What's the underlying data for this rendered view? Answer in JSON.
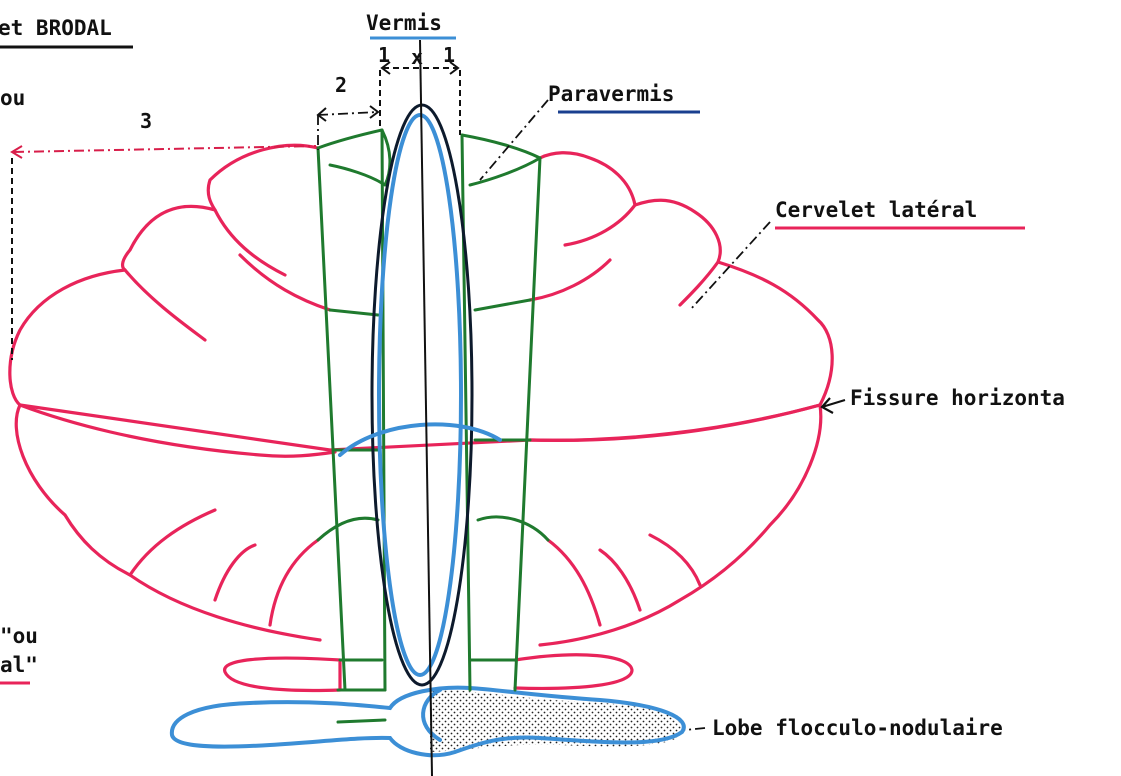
{
  "labels": {
    "header_fragment": "et BRODAL",
    "left_fragment_top": "ou",
    "left_fragment_bottom_1": "\"ou",
    "left_fragment_bottom_2": "al\"",
    "vermis": "Vermis",
    "paravermis": "Paravermis",
    "cervelet_lateral": "Cervelet latéral",
    "fissure": "Fissure horizonta",
    "lobe": "Lobe flocculo-nodulaire"
  },
  "dimensions": {
    "one_left": "1",
    "one_right": "1",
    "x_mark": "x",
    "two": "2",
    "three": "3"
  },
  "colors": {
    "cerebellum_outline": "#e8245a",
    "paravermis_outline": "#1f7a2e",
    "vermis_outline": "#3c8fd6",
    "label_underline_blue": "#1a3f8f"
  }
}
